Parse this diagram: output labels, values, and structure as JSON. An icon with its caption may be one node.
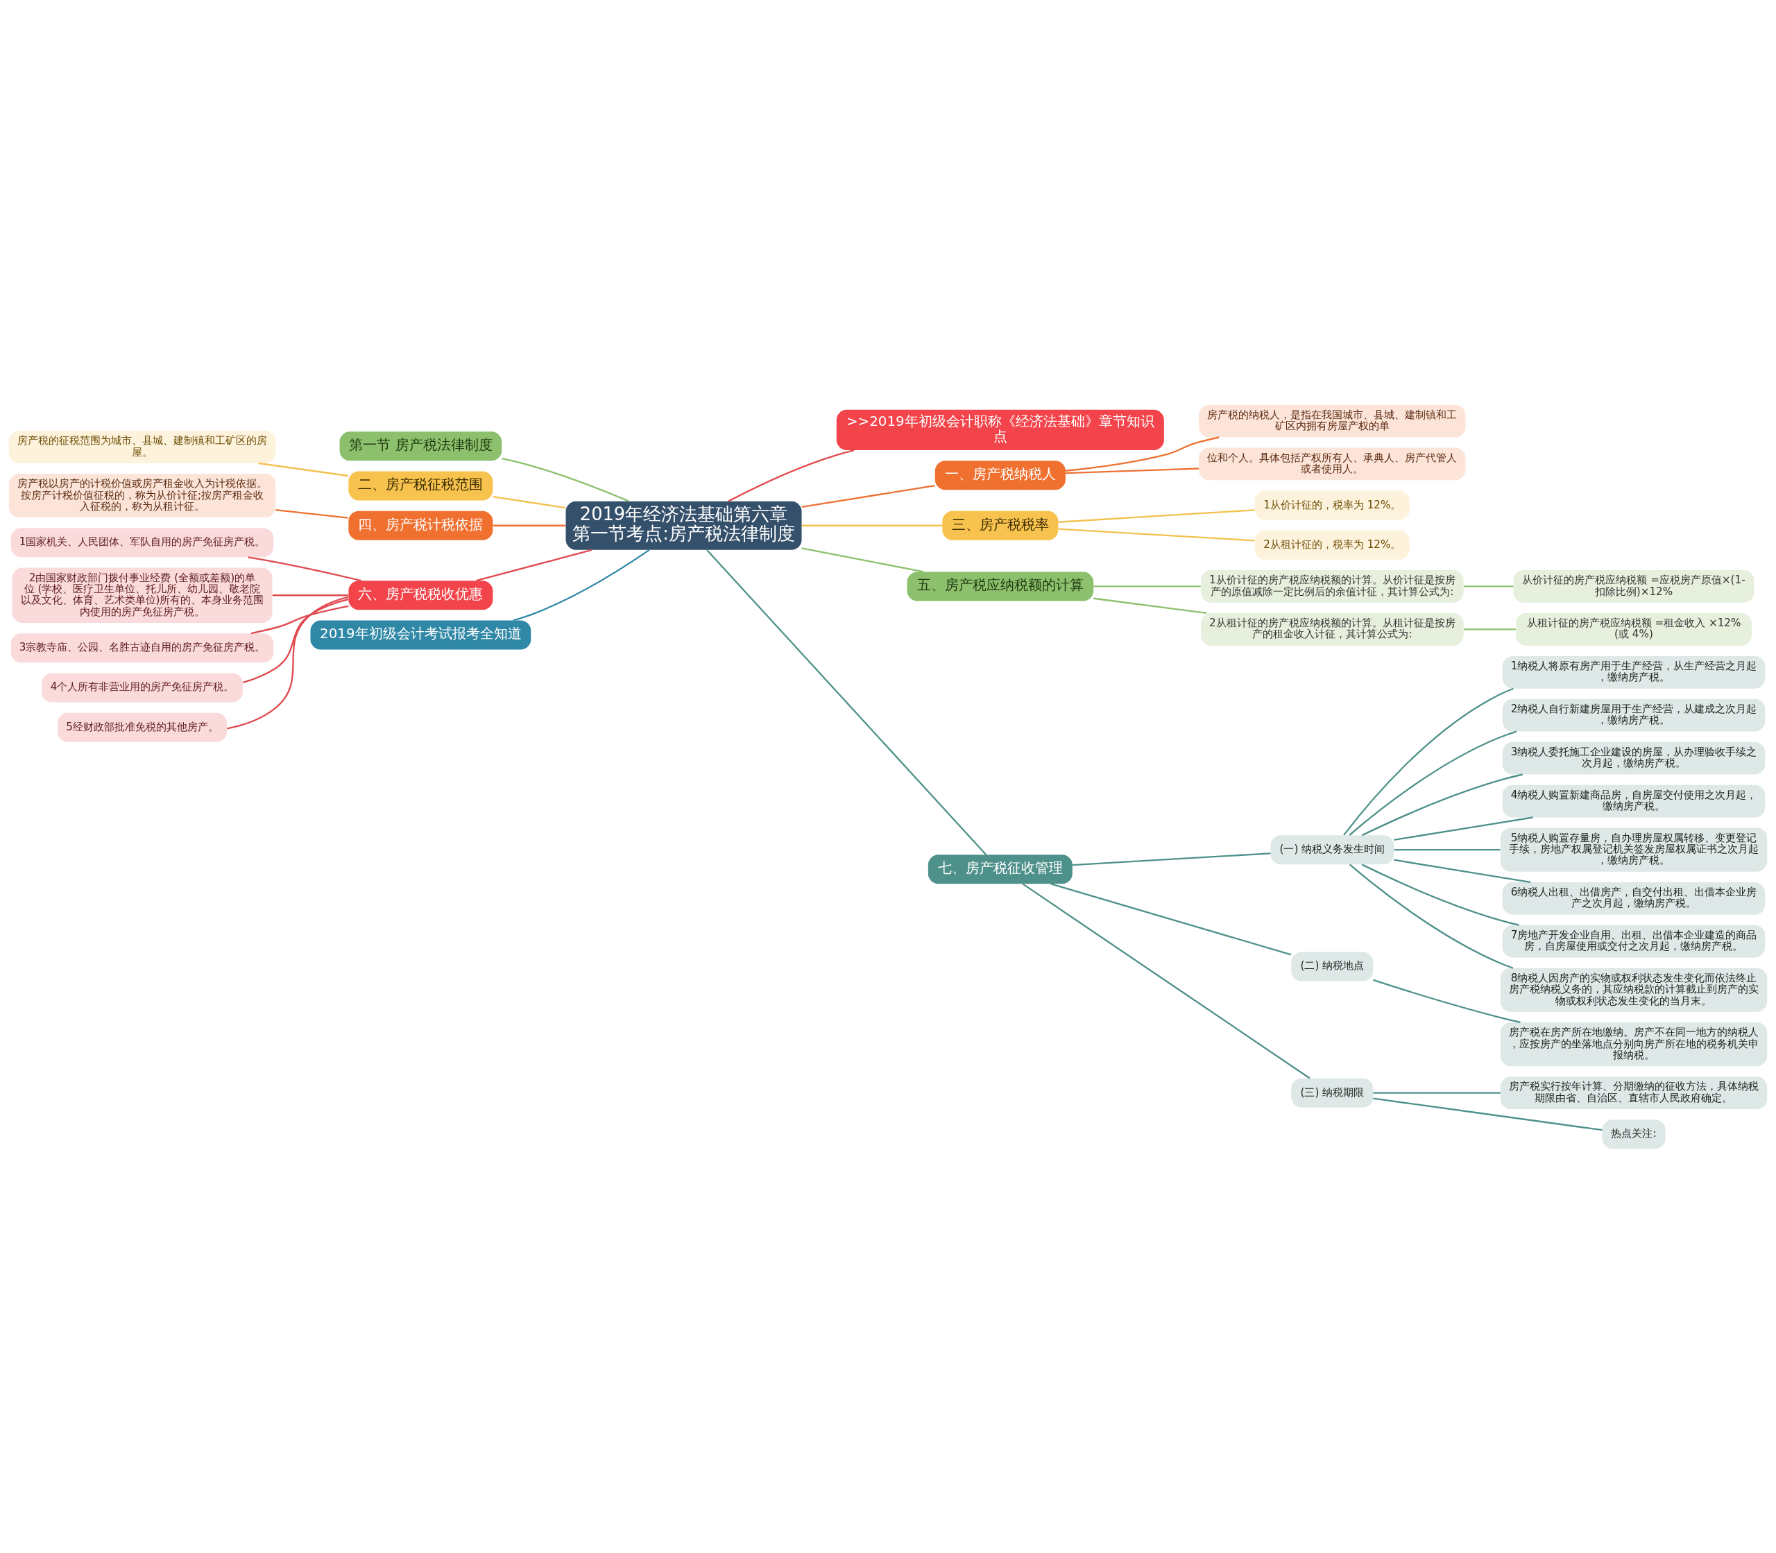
{
  "diagram": {
    "nodes": [
      {
        "text": [
          "2019年经济法基础第六章第一节考点:房产税法律制度"
        ]
      },
      {
        "text": [
          "第一节 房产税法律制度"
        ]
      },
      {
        "text": [
          "二、房产税征税范围"
        ]
      },
      {
        "text": [
          "房产税的征税范围为城市、县城、建制镇和工矿区的房屋。"
        ]
      },
      {
        "text": [
          "四、房产税计税依据"
        ]
      },
      {
        "text": [
          "房产税以房产的计税价值或房产租金收入为计税依据。按房产计税价值征税的，称为从价计征;按房产租金收入征税的，称为从租计征。"
        ]
      },
      {
        "text": [
          "六、房产税税收优惠"
        ]
      },
      {
        "text": [
          "1国家机关、人民团体、军队自用的房产免征房产税。"
        ]
      },
      {
        "text": [
          "2由国家财政部门拨付事业经费 (全额或差额)的单位 (学校、医疗卫生单位、托儿所、幼儿园、敬老院以及文化、体育、艺术类单位)所有的、本身业务范围内使用的房产免征房产税。"
        ]
      },
      {
        "text": [
          "3宗教寺庙、公园、名胜古迹自用的房产免征房产税。"
        ]
      },
      {
        "text": [
          "4个人所有非营业用的房产免征房产税。"
        ]
      },
      {
        "text": [
          "5经财政部批准免税的其他房产。"
        ]
      },
      {
        "text": [
          "2019年初级会计考试报考全知道"
        ]
      },
      {
        "text": [
          ">>2019年初级会计职称《经济法基础》章节知识点"
        ]
      },
      {
        "text": [
          "一、房产税纳税人"
        ]
      },
      {
        "text": [
          "房产税的纳税人，是指在我国城市、县城、建制镇和工矿区内拥有房屋产权的单"
        ]
      },
      {
        "text": [
          "位和个人。具体包括产权所有人、承典人、房产代管人或者使用人。"
        ]
      },
      {
        "text": [
          "三、房产税税率"
        ]
      },
      {
        "text": [
          "1从价计征的，税率为 12%。"
        ]
      },
      {
        "text": [
          "2从租计征的，税率为 12%。"
        ]
      },
      {
        "text": [
          "五、房产税应纳税额的计算"
        ]
      },
      {
        "text": [
          "1从价计征的房产税应纳税额的计算。从价计征是按房产的原值减除一定比例后的余值计征，其计算公式为:"
        ]
      },
      {
        "text": [
          "从价计征的房产税应纳税额 =应税房产原值×(1-扣除比例)×12%"
        ]
      },
      {
        "text": [
          "2从租计征的房产税应纳税额的计算。从租计征是按房产的租金收入计征，其计算公式为:"
        ]
      },
      {
        "text": [
          "从租计征的房产税应纳税额 =租金收入 ×12% (或 4%)"
        ]
      },
      {
        "text": [
          "七、房产税征收管理"
        ]
      },
      {
        "text": [
          "(一) 纳税义务发生时间"
        ]
      },
      {
        "text": [
          "1纳税人将原有房产用于生产经营，从生产经营之月起，缴纳房产税。"
        ]
      },
      {
        "text": [
          "2纳税人自行新建房屋用于生产经营，从建成之次月起，缴纳房产税。"
        ]
      },
      {
        "text": [
          "3纳税人委托施工企业建设的房屋，从办理验收手续之次月起，缴纳房产税。"
        ]
      },
      {
        "text": [
          "4纳税人购置新建商品房，自房屋交付使用之次月起，缴纳房产税。"
        ]
      },
      {
        "text": [
          "5纳税人购置存量房，自办理房屋权属转移、变更登记手续，房地产权属登记机关签发房屋权属证书之次月起，缴纳房产税。"
        ]
      },
      {
        "text": [
          "6纳税人出租、出借房产，自交付出租、出借本企业房产之次月起，缴纳房产税。"
        ]
      },
      {
        "text": [
          "7房地产开发企业自用、出租、出借本企业建造的商品房，自房屋使用或交付之次月起，缴纳房产税。"
        ]
      },
      {
        "text": [
          "8纳税人因房产的实物或权利状态发生变化而依法终止房产税纳税义务的，其应纳税款的计算截止到房产的实物或权利状态发生变化的当月末。"
        ]
      },
      {
        "text": [
          "(二) 纳税地点"
        ]
      },
      {
        "text": [
          "房产税在房产所在地缴纳。房产不在同一地方的纳税人，应按房产的坐落地点分别向房产所在地的税务机关申报纳税。"
        ]
      },
      {
        "text": [
          "(三) 纳税期限"
        ]
      },
      {
        "text": [
          "房产税实行按年计算、分期缴纳的征收方法，具体纳税期限由省、自治区、直辖市人民政府确定。"
        ]
      },
      {
        "text": [
          "热点关注:"
        ]
      }
    ],
    "edges": [
      {
        "from": 1,
        "to": 0,
        "arrow": "none",
        "color": "#8cc06c"
      },
      {
        "from": 2,
        "to": 0,
        "arrow": "none",
        "color": "#f2c14e"
      },
      {
        "from": 3,
        "to": 2,
        "arrow": "none",
        "color": "#f2c14e"
      },
      {
        "from": 4,
        "to": 0,
        "arrow": "none",
        "color": "#ee7133"
      },
      {
        "from": 5,
        "to": 4,
        "arrow": "none",
        "color": "#ee7133"
      },
      {
        "from": 6,
        "to": 0,
        "arrow": "none",
        "color": "#e04a4f"
      },
      {
        "from": 7,
        "to": 6,
        "arrow": "none",
        "color": "#e04a4f"
      },
      {
        "from": 8,
        "to": 6,
        "arrow": "none",
        "color": "#e04a4f"
      },
      {
        "from": 9,
        "to": 6,
        "arrow": "none",
        "color": "#e04a4f"
      },
      {
        "from": 10,
        "to": 6,
        "arrow": "none",
        "color": "#e04a4f"
      },
      {
        "from": 11,
        "to": 6,
        "arrow": "none",
        "color": "#e04a4f"
      },
      {
        "from": 12,
        "to": 0,
        "arrow": "none",
        "color": "#2f86a6"
      },
      {
        "from": 0,
        "to": 13,
        "arrow": "none",
        "color": "#e04a4f"
      },
      {
        "from": 0,
        "to": 14,
        "arrow": "none",
        "color": "#ee7133"
      },
      {
        "from": 14,
        "to": 15,
        "arrow": "none",
        "color": "#ee7133"
      },
      {
        "from": 14,
        "to": 16,
        "arrow": "none",
        "color": "#ee7133"
      },
      {
        "from": 0,
        "to": 17,
        "arrow": "none",
        "color": "#f2c14e"
      },
      {
        "from": 17,
        "to": 18,
        "arrow": "none",
        "color": "#f2c14e"
      },
      {
        "from": 17,
        "to": 19,
        "arrow": "none",
        "color": "#f2c14e"
      },
      {
        "from": 0,
        "to": 20,
        "arrow": "none",
        "color": "#8cc06c"
      },
      {
        "from": 20,
        "to": 21,
        "arrow": "none",
        "color": "#8cc06c"
      },
      {
        "from": 21,
        "to": 22,
        "arrow": "none",
        "color": "#8cc06c"
      },
      {
        "from": 20,
        "to": 23,
        "arrow": "none",
        "color": "#8cc06c"
      },
      {
        "from": 23,
        "to": 24,
        "arrow": "none",
        "color": "#8cc06c"
      },
      {
        "from": 0,
        "to": 25,
        "arrow": "none"
      },
      {
        "from": 25,
        "to": 26,
        "arrow": "none"
      },
      {
        "from": 26,
        "to": 27,
        "arrow": "none"
      },
      {
        "from": 26,
        "to": 28,
        "arrow": "none"
      },
      {
        "from": 26,
        "to": 29,
        "arrow": "none"
      },
      {
        "from": 26,
        "to": 30,
        "arrow": "none"
      },
      {
        "from": 26,
        "to": 31,
        "arrow": "none"
      },
      {
        "from": 26,
        "to": 32,
        "arrow": "none"
      },
      {
        "from": 26,
        "to": 33,
        "arrow": "none"
      },
      {
        "from": 26,
        "to": 34,
        "arrow": "none"
      },
      {
        "from": 25,
        "to": 35,
        "arrow": "none"
      },
      {
        "from": 35,
        "to": 36,
        "arrow": "none"
      },
      {
        "from": 25,
        "to": 37,
        "arrow": "none"
      },
      {
        "from": 37,
        "to": 38,
        "arrow": "none"
      },
      {
        "from": 37,
        "to": 39,
        "arrow": "none"
      }
    ]
  }
}
